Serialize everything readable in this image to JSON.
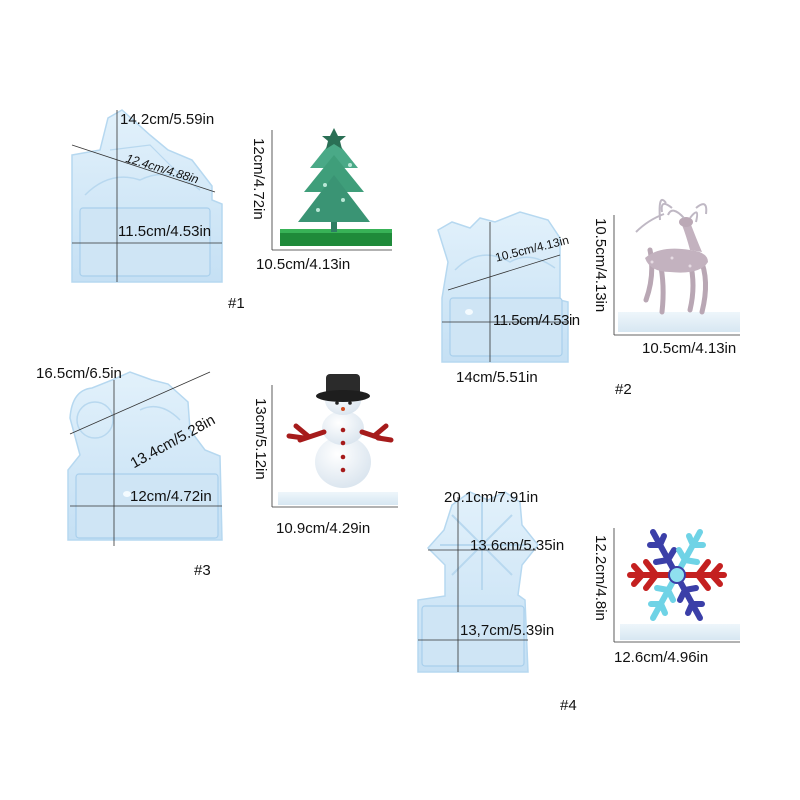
{
  "molds": [
    {
      "number": "#1",
      "mold_width": "14.2cm/5.59in",
      "mold_diagonal": "12.4cm/4.88in",
      "base_width": "11.5cm/4.53in",
      "product_height": "12cm/4.72in",
      "product_width": "10.5cm/4.13in",
      "product": "christmas tree"
    },
    {
      "number": "#2",
      "mold_diagonal": "10.5cm/4.13in",
      "base_width": "11.5cm/4.53in",
      "mold_width": "14cm/5.51in",
      "product_height": "10.5cm/4.13in",
      "product_width": "10.5cm/4.13in",
      "product": "reindeer"
    },
    {
      "number": "#3",
      "mold_width": "16.5cm/6.5in",
      "mold_diagonal": "13.4cm/5.28in",
      "base_width": "12cm/4.72in",
      "product_height": "13cm/5.12in",
      "product_width": "10.9cm/4.29in",
      "product": "snowman"
    },
    {
      "number": "#4",
      "mold_width": "20.1cm/7.91in",
      "mold_diagonal": "13.6cm/5.35in",
      "base_width": "13,7cm/5.39in",
      "product_height": "12.2cm/4.8in",
      "product_width": "12.6cm/4.96in",
      "product": "snowflake"
    }
  ],
  "colors": {
    "mold_blue": "#cfe6f7",
    "mold_edge": "#a9d0ee",
    "tree_green": "#3f9e7a",
    "tree_base": "#1f8a3a",
    "snowman_hat": "#222222",
    "snowman_arms": "#a61b1b",
    "snowflake_blue": "#3b3fa8",
    "snowflake_cyan": "#6fd3e6",
    "snowflake_red": "#c42020"
  }
}
